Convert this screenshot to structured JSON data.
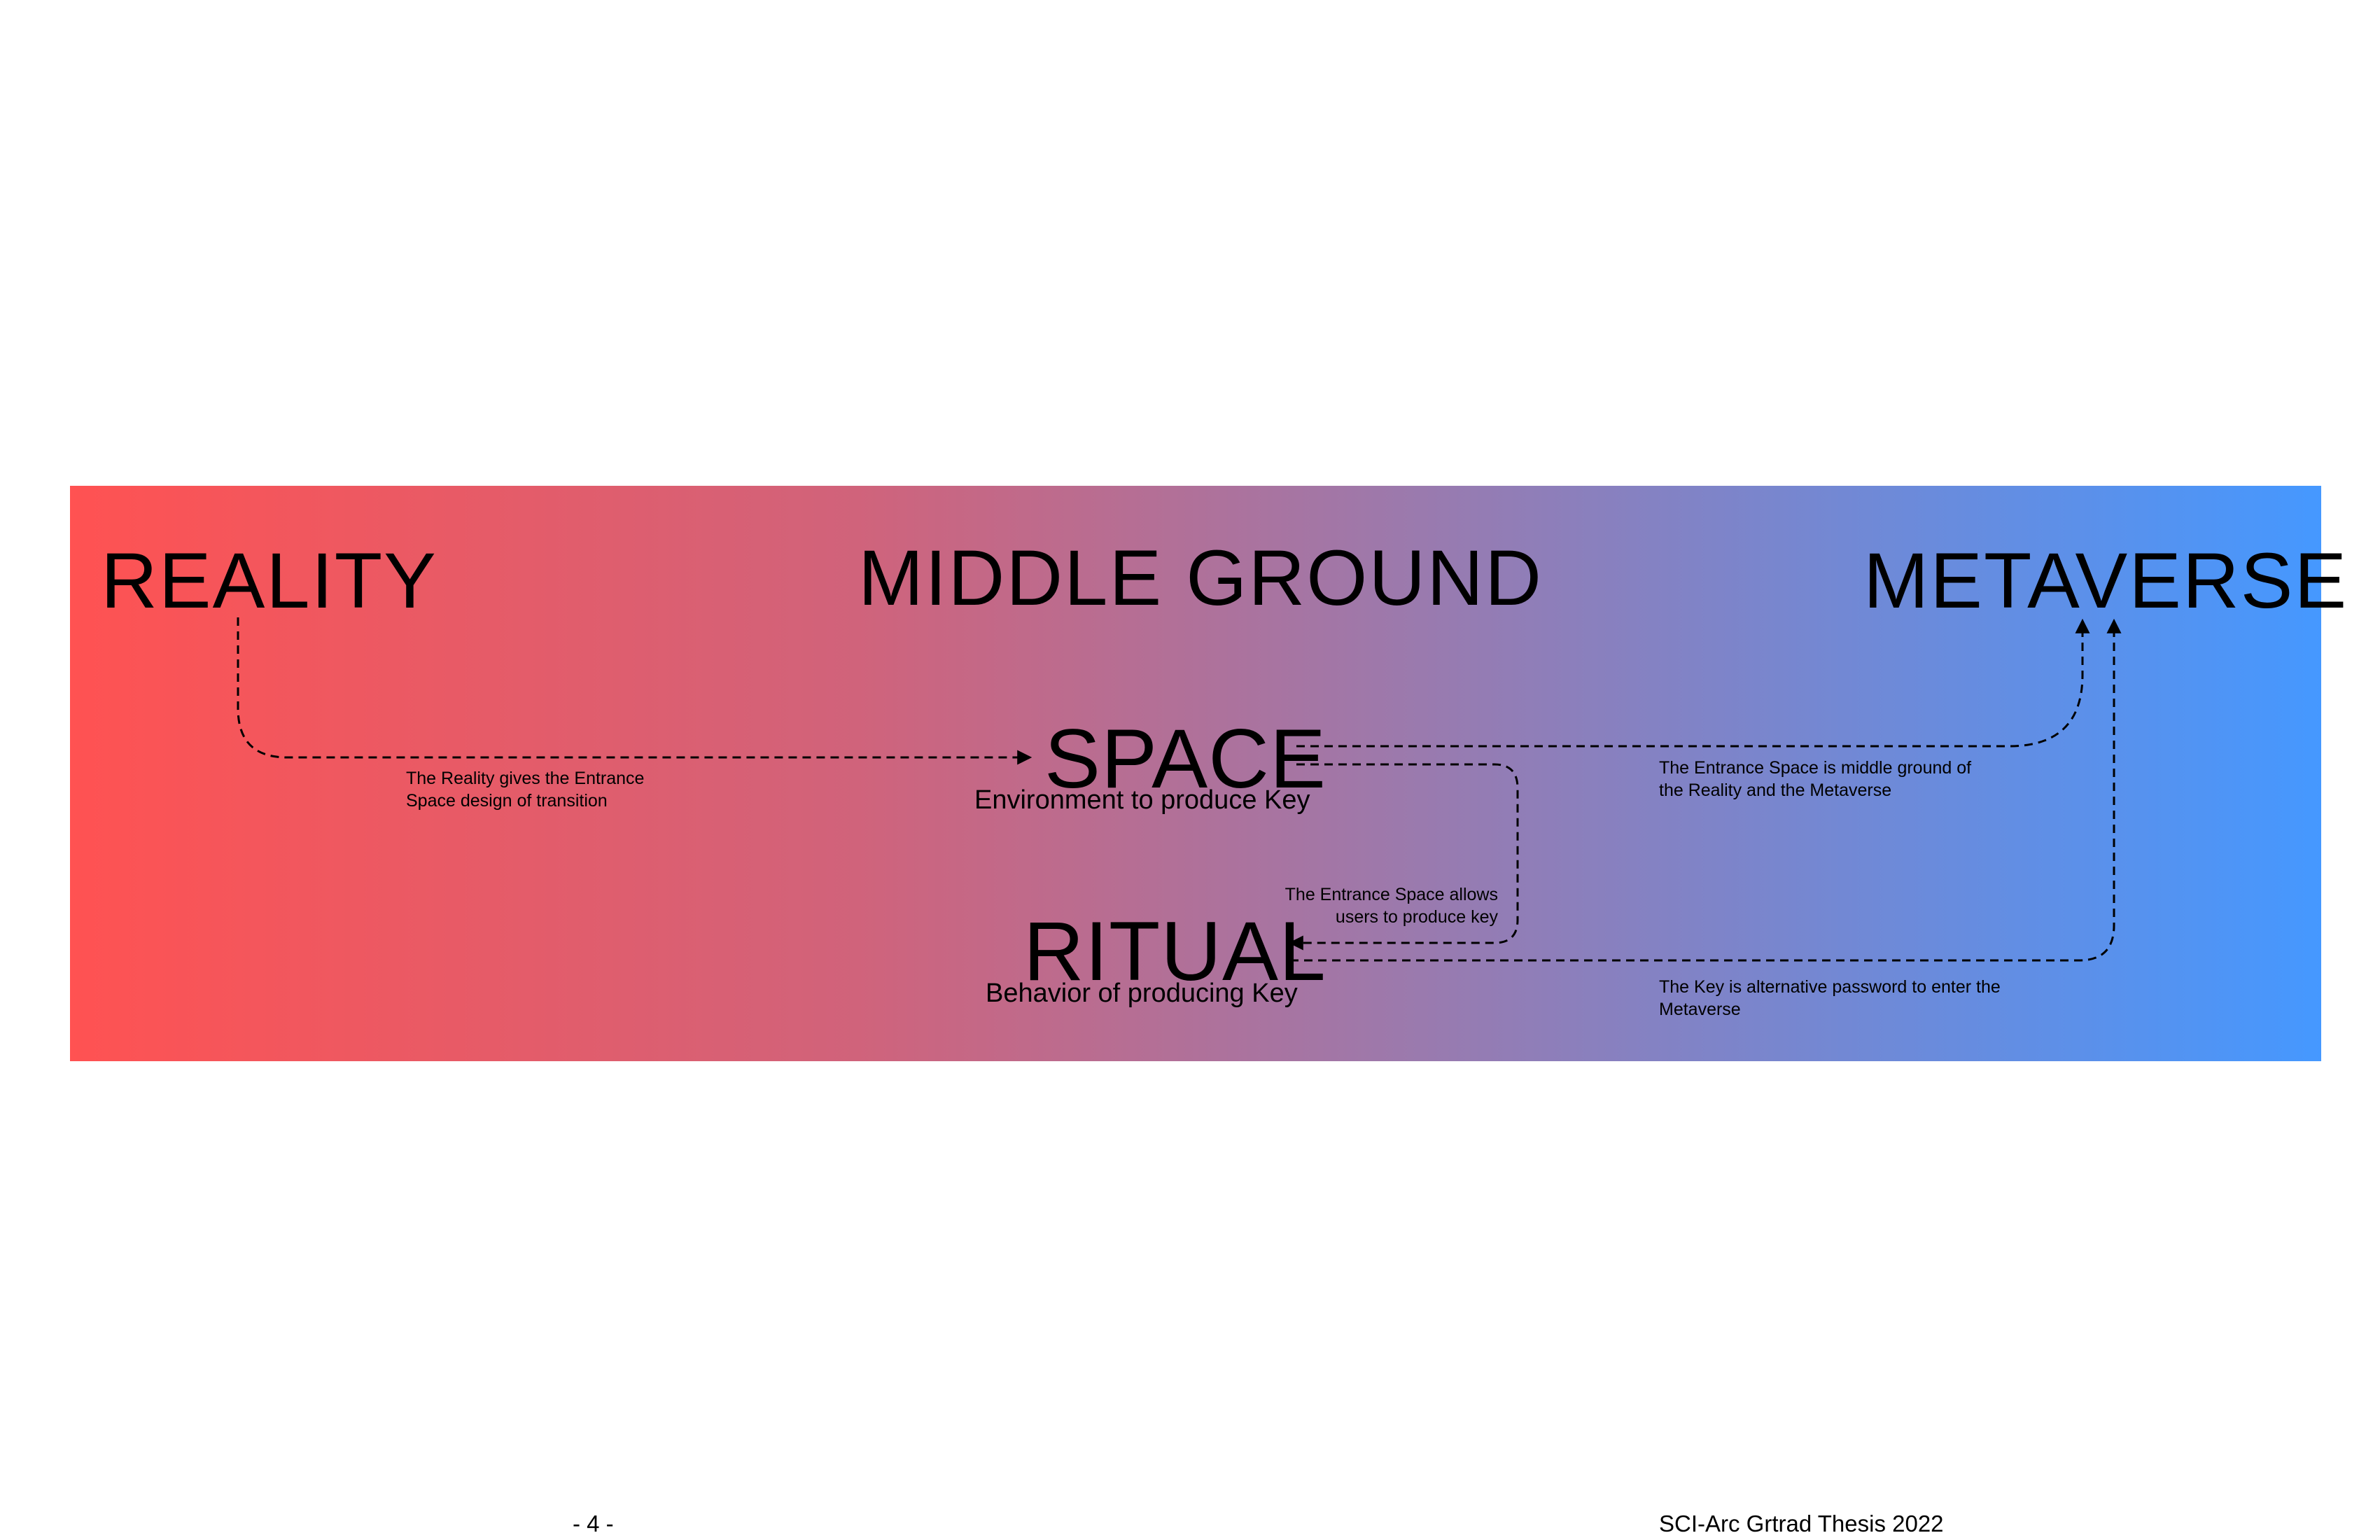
{
  "diagram": {
    "columns": {
      "reality": "REALITY",
      "middle_ground": "MIDDLE GROUND",
      "metaverse": "METAVERSE"
    },
    "nodes": {
      "space": {
        "title": "SPACE",
        "subtitle": "Environment to produce Key"
      },
      "ritual": {
        "title": "RITUAL",
        "subtitle": "Behavior of producing Key"
      }
    },
    "notes": {
      "reality_to_space": "The Reality gives the Entrance Space design of transition",
      "space_to_metaverse": "The Entrance Space is middle ground of the Reality and the Metaverse",
      "space_to_ritual": "The Entrance Space allows users to produce key",
      "ritual_to_metaverse": "The Key is alternative password to enter the Metaverse"
    },
    "colors": {
      "gradient_start": "#ff5252",
      "gradient_end": "#4598ff",
      "text": "#000000"
    }
  },
  "footer": {
    "page_number": "- 4 -",
    "publication": "SCI-Arc Grtrad Thesis 2022"
  }
}
